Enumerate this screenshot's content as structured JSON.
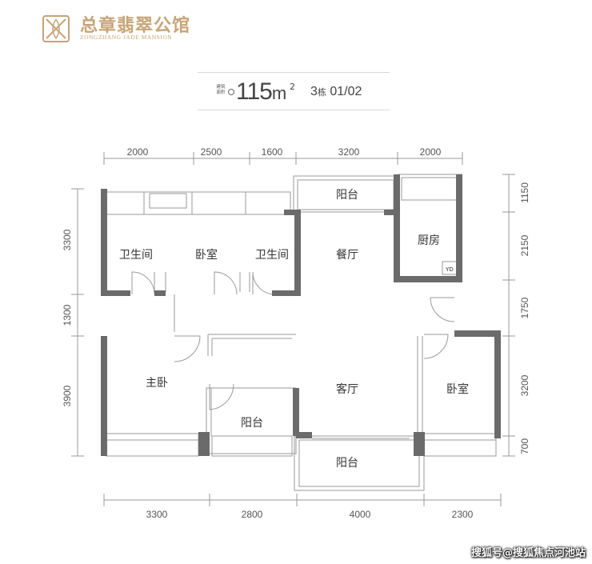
{
  "brand": {
    "name_cn": "总章翡翠公馆",
    "name_en": "ZONGZHANG JADE MANSION",
    "color": "#c8a476"
  },
  "unit": {
    "badge": "建筑面积",
    "area_number": "115",
    "area_unit": "m",
    "area_sup": "2",
    "building_number": "3",
    "building_suffix": "栋",
    "units": "01/02"
  },
  "dimensions": {
    "top": [
      "2000",
      "2500",
      "1600",
      "3200",
      "2000"
    ],
    "bottom": [
      "3300",
      "2800",
      "4000",
      "2300"
    ],
    "left": [
      "3300",
      "1300",
      "3900"
    ],
    "right": [
      "1150",
      "2150",
      "1750",
      "3200",
      "700"
    ]
  },
  "rooms": {
    "bath1": "卫生间",
    "bedroom_top": "卧室",
    "bath2": "卫生间",
    "dining": "餐厅",
    "balcony_top": "阳台",
    "kitchen": "厨房",
    "yd": "YD",
    "master": "主卧",
    "living": "客厅",
    "bedroom_right": "卧室",
    "balcony_bottom_left": "阳台",
    "balcony_bottom": "阳台"
  },
  "watermark": "搜狐号@搜狐焦点河池站",
  "colors": {
    "wall": "#6b6b6b",
    "line": "#9a9a9a",
    "text": "#333333"
  }
}
